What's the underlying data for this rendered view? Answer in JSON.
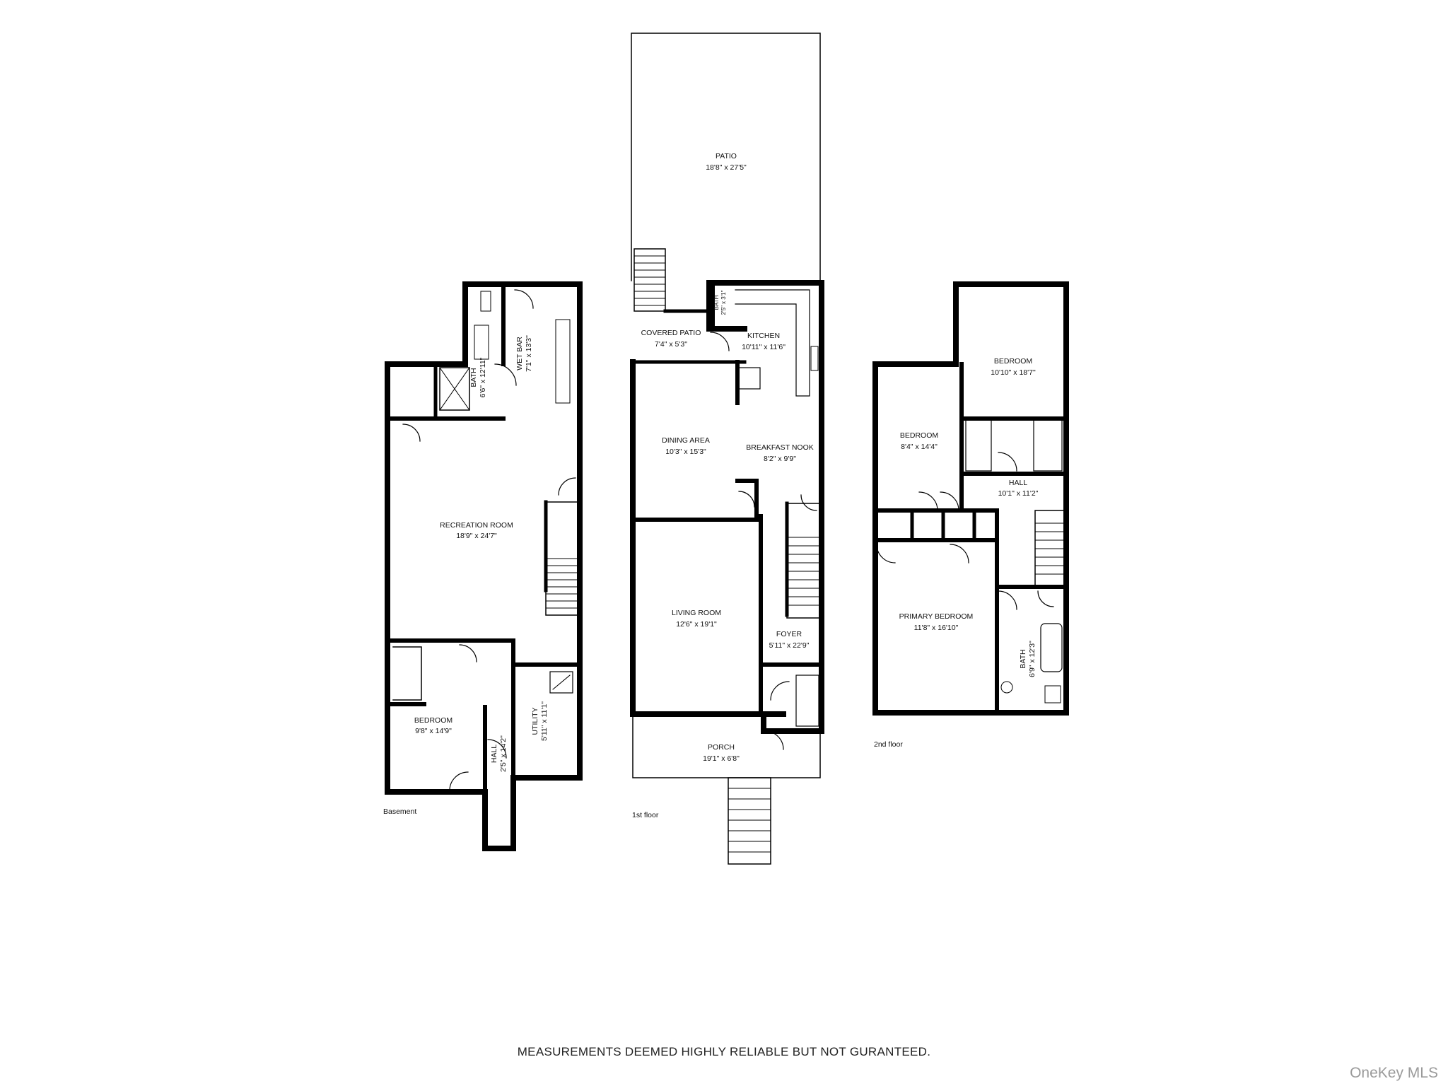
{
  "floors": {
    "basement": {
      "label": "Basement",
      "rooms": {
        "recreation": {
          "name": "RECREATION ROOM",
          "dims": "18'9\" x 24'7\""
        },
        "bath": {
          "name": "BATH",
          "dims": "6'6\" x 12'11\""
        },
        "wet_bar": {
          "name": "WET BAR",
          "dims": "7'1\" x 13'3\""
        },
        "bedroom": {
          "name": "BEDROOM",
          "dims": "9'8\" x 14'9\""
        },
        "hall": {
          "name": "HALL",
          "dims": "2'5\" x 14'2\""
        },
        "utility": {
          "name": "UTILITY",
          "dims": "5'11\" x 11'1\""
        }
      }
    },
    "first": {
      "label": "1st floor",
      "rooms": {
        "patio": {
          "name": "PATIO",
          "dims": "18'8\" x 27'5\""
        },
        "covered_patio": {
          "name": "COVERED PATIO",
          "dims": "7'4\" x 5'3\""
        },
        "bath": {
          "name": "BATH",
          "dims": "2'5\" x 3'1\""
        },
        "kitchen": {
          "name": "KITCHEN",
          "dims": "10'11\" x 11'6\""
        },
        "dining": {
          "name": "DINING AREA",
          "dims": "10'3\" x 15'3\""
        },
        "breakfast": {
          "name": "BREAKFAST NOOK",
          "dims": "8'2\" x 9'9\""
        },
        "living": {
          "name": "LIVING ROOM",
          "dims": "12'6\" x 19'1\""
        },
        "foyer": {
          "name": "FOYER",
          "dims": "5'11\" x 22'9\""
        },
        "porch": {
          "name": "PORCH",
          "dims": "19'1\" x 6'8\""
        }
      }
    },
    "second": {
      "label": "2nd floor",
      "rooms": {
        "bedroom_rear": {
          "name": "BEDROOM",
          "dims": "10'10\" x 18'7\""
        },
        "bedroom_mid": {
          "name": "BEDROOM",
          "dims": "8'4\" x 14'4\""
        },
        "hall": {
          "name": "HALL",
          "dims": "10'1\" x 11'2\""
        },
        "primary": {
          "name": "PRIMARY BEDROOM",
          "dims": "11'8\" x 16'10\""
        },
        "bath": {
          "name": "BATH",
          "dims": "6'9\" x 12'3\""
        }
      }
    }
  },
  "disclaimer": "MEASUREMENTS DEEMED HIGHLY RELIABLE BUT NOT GURANTEED.",
  "watermark": "OneKey MLS"
}
